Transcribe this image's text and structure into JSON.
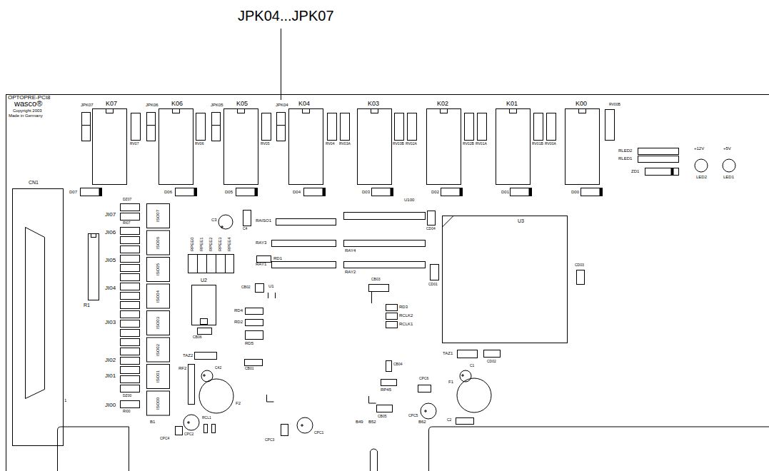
{
  "diagram": {
    "labels": [
      "JPK04...JPK07",
      "OPTOPRE-PCI8",
      "wasco®",
      "Copyright 2003",
      "Made in Germany",
      "JPK07",
      "K07",
      "JPK06",
      "K06",
      "JPK05",
      "K05",
      "JPK04",
      "K04",
      "K03",
      "K02",
      "K01",
      "K00",
      "RV00B",
      "RV07",
      "RV06",
      "RV05",
      "RV04",
      "RV03A",
      "RV03B",
      "RV02A",
      "RV02B",
      "RV01A",
      "RV01B",
      "RV00A",
      "RLED2",
      "+12V",
      "+5V",
      "RLED1",
      "ZD1",
      "LED2",
      "LED1",
      "CN1",
      "D07",
      "D06",
      "D05",
      "D04",
      "D03",
      "D02",
      "D01",
      "D00",
      "U100",
      "DZ07",
      "JI07",
      "RI07",
      "JI06",
      "JI05",
      "JI04",
      "R1",
      "JI03",
      "JI02",
      "JI01",
      "DZ00",
      "JI00",
      "RI00",
      "1",
      "ISO07",
      "ISO06",
      "ISO05",
      "ISO04",
      "ISO03",
      "ISO02",
      "ISO01",
      "ISO00",
      "C3",
      "RAISO1",
      "C4",
      "CD04",
      "RPEE0",
      "RPEE1",
      "RPEE2",
      "RPEE3",
      "RPEE4",
      "RAY3",
      "RAY4",
      "RAY1",
      "RAY2",
      "CD03",
      "RD1",
      "CB02",
      "U1",
      "CB03",
      "CD01",
      "U2",
      "RD4",
      "RD2",
      "RD3",
      "RCLK2",
      "RCLK1",
      "CB06",
      "RD5",
      "TAZ2",
      "TAZ1",
      "CD02",
      "RF2",
      "CB04",
      "CB01",
      "C42",
      "C1",
      "F1",
      "CPC6",
      "RP45",
      "F2",
      "CB05",
      "CPC5",
      "C2",
      "RCL1",
      "B1",
      "B49",
      "B52",
      "B62",
      "CPC4",
      "CPC3",
      "CPC1",
      "CPC2",
      "U3"
    ]
  }
}
